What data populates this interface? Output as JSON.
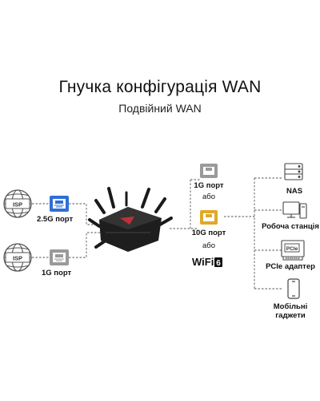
{
  "title": "Гнучка конфігурація WAN",
  "subtitle": "Подвійний WAN",
  "isp_label": "ISP",
  "wan_ports": [
    {
      "label": "2.5G порт",
      "color": "#2f6fd6"
    },
    {
      "label": "1G порт",
      "color": "#9a9a9a"
    }
  ],
  "lan_options": {
    "port_1g": "1G порт",
    "or_1": "або",
    "port_10g": "10G порт",
    "or_2": "або",
    "wifi": "WiFi",
    "wifi_badge": "6"
  },
  "devices": [
    {
      "label": "NAS",
      "icon": "nas-icon"
    },
    {
      "label": "Робоча станція",
      "icon": "workstation-icon"
    },
    {
      "label": "PCIe адаптер",
      "icon": "pcie-adapter-icon",
      "chip_text": "PCIe"
    },
    {
      "label_line1": "Мобільні",
      "label_line2": "гаджети",
      "icon": "mobile-phone-icon"
    }
  ],
  "colors": {
    "line": "#555555",
    "port_blue": "#2f6fd6",
    "port_gray": "#9a9a9a",
    "port_gold": "#e0a92a"
  }
}
